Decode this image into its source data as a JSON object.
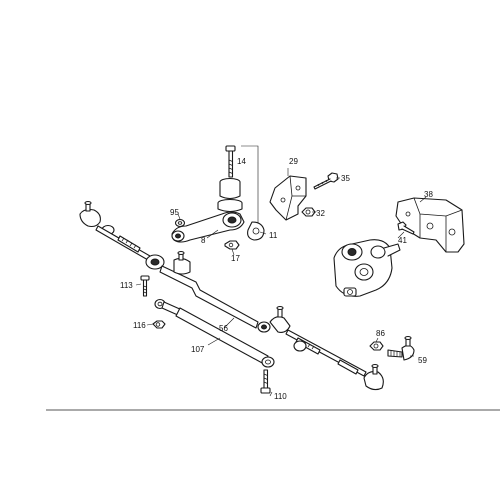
{
  "diagram": {
    "callouts": {
      "p14": "14",
      "p29": "29",
      "p35": "35",
      "p95": "95",
      "p32": "32",
      "p38": "38",
      "p8": "8",
      "p11": "11",
      "p41": "41",
      "p17": "17",
      "p113": "113",
      "p56": "56",
      "p116": "116",
      "p86": "86",
      "p107": "107",
      "p59": "59",
      "p110": "110"
    }
  }
}
